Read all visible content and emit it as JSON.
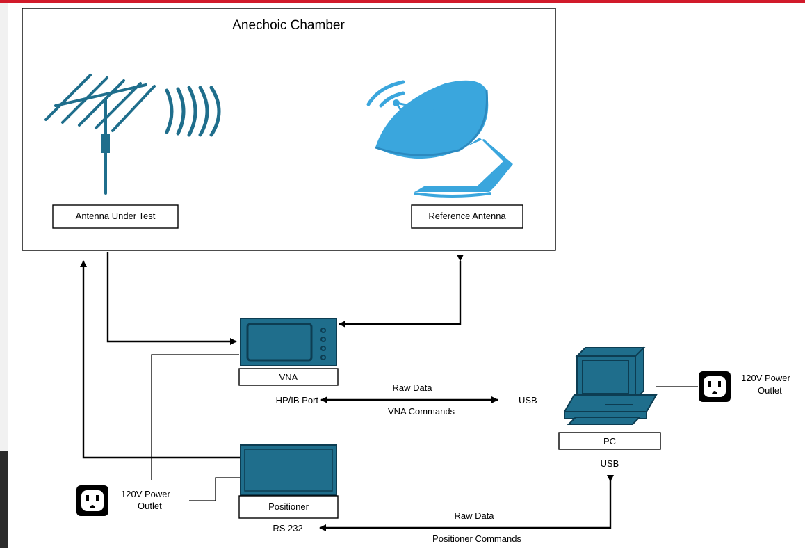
{
  "chamber": {
    "title": "Anechoic Chamber"
  },
  "antennas": {
    "under_test": "Antenna Under Test",
    "reference": "Reference Antenna"
  },
  "vna": {
    "label": "VNA",
    "port": "HP/IB Port",
    "usb": "USB",
    "link_top": "Raw Data",
    "link_bottom": "VNA Commands"
  },
  "pc": {
    "label": "PC",
    "usb": "USB"
  },
  "positioner": {
    "label": "Positioner",
    "port": "RS 232",
    "link_top": "Raw Data",
    "link_bottom": "Positioner Commands"
  },
  "outlets": {
    "pc": {
      "line1": "120V Power",
      "line2": "Outlet"
    },
    "positioner": {
      "line1": "120V Power",
      "line2": "Outlet"
    }
  },
  "colors": {
    "accent_blue": "#1f6e8c",
    "dish_blue": "#3aa6dd",
    "top_bar": "#d11a2a"
  }
}
